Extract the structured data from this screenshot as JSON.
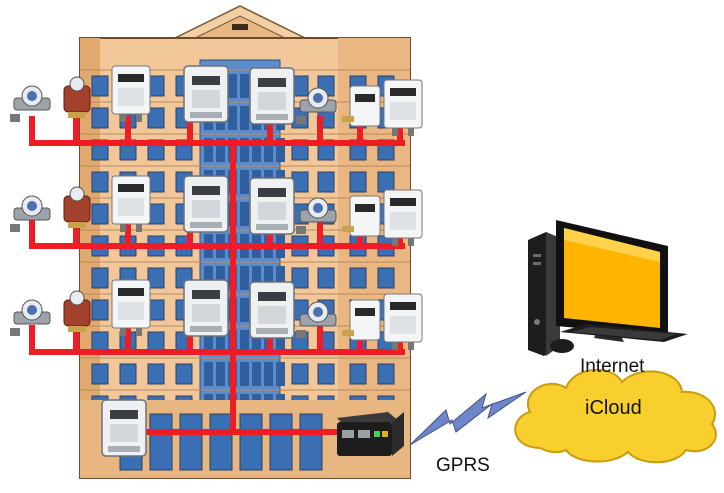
{
  "labels": {
    "internet": "Internet",
    "icloud": "iCloud",
    "gprs": "GPRS"
  },
  "colors": {
    "bus_wire": "#ee1c24",
    "facade": "#f2c89a",
    "facade_shadow": "#e2a96f",
    "window_glass": "#3a6fb3",
    "cloud_fill": "#f9cf2d",
    "cloud_stroke": "#c99a12",
    "monitor_screen": "#ffb400",
    "pc_body": "#1d1d1d",
    "gprs_bolt": "#6f86c9"
  },
  "icons": {
    "meters": [
      "water-meter-icon",
      "hot-water-meter-icon",
      "gas-meter-icon",
      "electric-meter-icon",
      "heat-meter-icon"
    ],
    "gateway": "gprs-modem-icon",
    "computer": "desktop-computer-icon",
    "cloud": "cloud-icon",
    "link": "lightning-bolt-icon"
  }
}
